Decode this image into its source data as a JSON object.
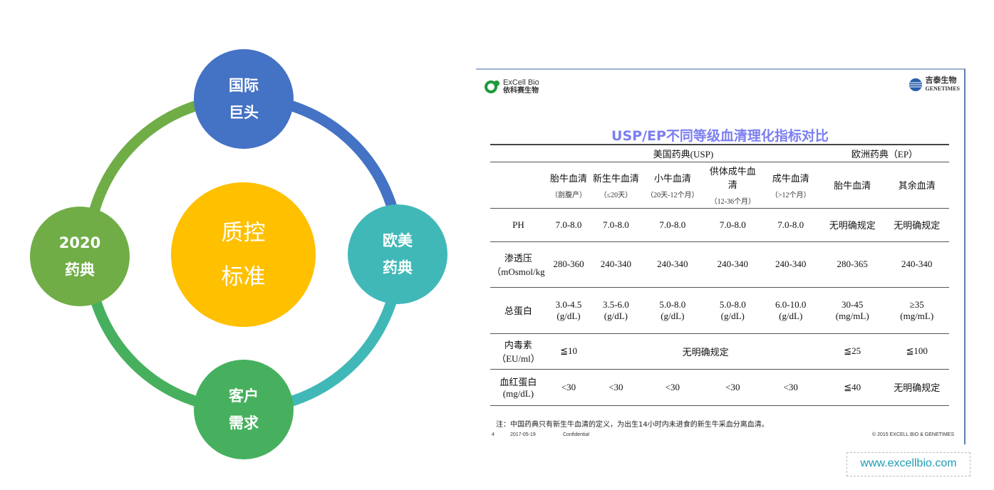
{
  "diagram": {
    "center": [
      "质控",
      "标准"
    ],
    "nodes": {
      "top": [
        "国际",
        "巨头"
      ],
      "right": [
        "欧美",
        "药典"
      ],
      "bottom": [
        "客户",
        "需求"
      ],
      "left": [
        "2020",
        "药典"
      ]
    },
    "colors": {
      "top": "#4472C4",
      "right": "#41B8B8",
      "bottom": "#46B05E",
      "left": "#70AD47",
      "center": "#FFC000"
    }
  },
  "slide": {
    "logo_left": [
      "ExCell Bio",
      "依科赛生物"
    ],
    "logo_right": [
      "吉泰生物",
      "GENETIMES"
    ],
    "title": "USP/EP不同等级血清理化指标对比",
    "group_usp": "美国药典(USP)",
    "group_ep": "欧洲药典（EP）",
    "columns": [
      {
        "name": "胎牛血清",
        "sub": "（剖腹产）"
      },
      {
        "name": "新生牛血清",
        "sub": "（≤20天）"
      },
      {
        "name": "小牛血清",
        "sub": "（20天-12个月）"
      },
      {
        "name": "供体成牛血清",
        "sub": "（12-36个月）"
      },
      {
        "name": "成牛血清",
        "sub": "（>12个月）"
      },
      {
        "name": "胎牛血清",
        "sub": ""
      },
      {
        "name": "其余血清",
        "sub": ""
      }
    ],
    "rows": [
      {
        "label": [
          "PH",
          ""
        ],
        "values": [
          "7.0-8.0",
          "7.0-8.0",
          "7.0-8.0",
          "7.0-8.0",
          "7.0-8.0",
          "无明确规定",
          "无明确规定"
        ]
      },
      {
        "label": [
          "渗透压",
          "（mOsmol/kg"
        ],
        "values": [
          "280-360",
          "240-340",
          "240-340",
          "240-340",
          "240-340",
          "280-365",
          "240-340"
        ]
      },
      {
        "label": [
          "总蛋白",
          ""
        ],
        "values": [
          "3.0-4.5\n(g/dL)",
          "3.5-6.0\n(g/dL)",
          "5.0-8.0\n(g/dL)",
          "5.0-8.0\n(g/dL)",
          "6.0-10.0\n(g/dL)",
          "30-45\n(mg/mL)",
          "≥35\n(mg/mL)"
        ]
      },
      {
        "label": [
          "血红蛋白",
          "(mg/dL)"
        ],
        "values": [
          "<30",
          "<30",
          "<30",
          "<30",
          "<30",
          "≦40",
          "无明确规定"
        ]
      }
    ],
    "endotoxin": {
      "label": [
        "内毒素",
        "（EU/ml）"
      ],
      "first": "≦10",
      "merged": "无明确规定",
      "ep1": "≦25",
      "ep2": "≦100"
    },
    "note": "注：中国药典只有新生牛血清的定义，为出生14小时内未进食的新生牛采血分离血清。",
    "footer": {
      "page": "4",
      "date": "2017-05-19",
      "conf": "Confidential",
      "copyright": "© 2015 EXCELL BIO & GENETIMES"
    }
  },
  "url": "www.excellbio.com"
}
